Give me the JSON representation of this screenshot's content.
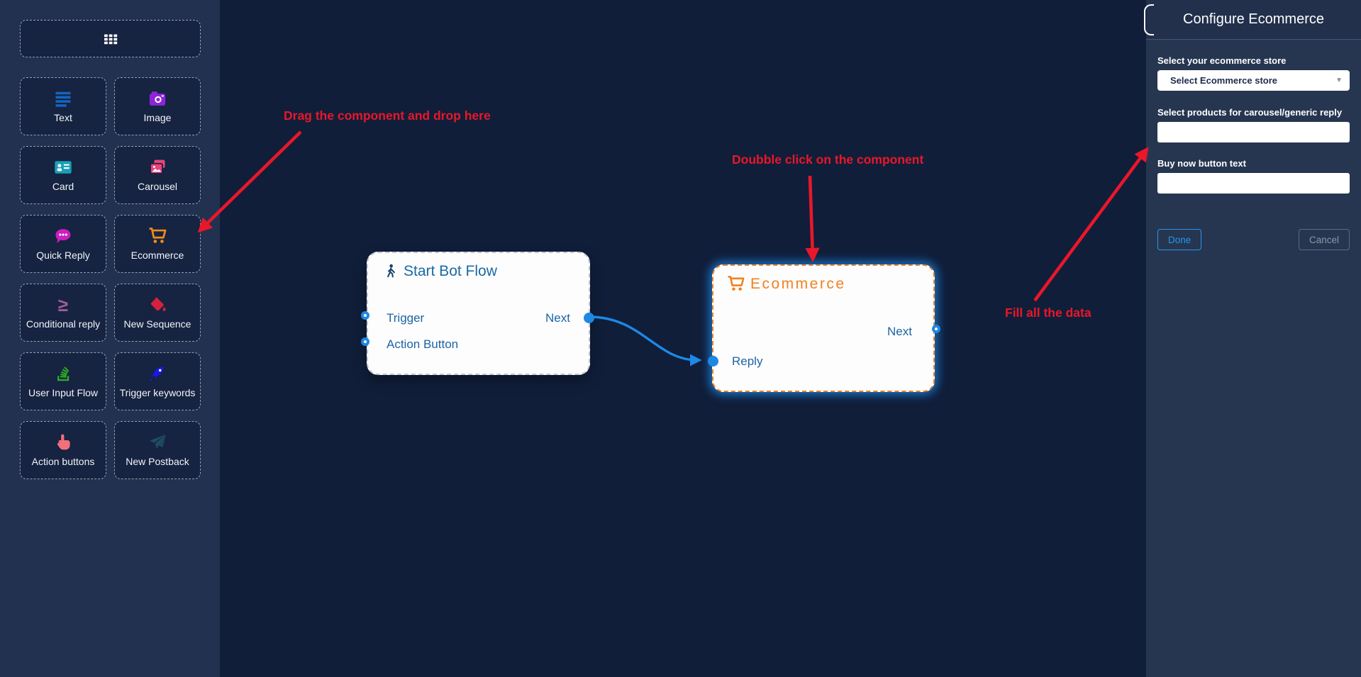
{
  "sidebar": {
    "menu_tile": {
      "icon": "grid-icon"
    },
    "items": [
      {
        "label": "Text",
        "icon": "text-icon",
        "color": "#1565c0"
      },
      {
        "label": "Image",
        "icon": "camera-icon",
        "color": "#8e24d8"
      },
      {
        "label": "Card",
        "icon": "card-icon",
        "color": "#19a0b8"
      },
      {
        "label": "Carousel",
        "icon": "carousel-icon",
        "color": "#e8447c"
      },
      {
        "label": "Quick Reply",
        "icon": "chat-bubble-icon",
        "color": "#cc1fc0"
      },
      {
        "label": "Ecommerce",
        "icon": "cart-icon",
        "color": "#f08c1b"
      },
      {
        "label": "Conditional reply",
        "icon": "greater-equal-icon",
        "color": "#a05c96"
      },
      {
        "label": "New Sequence",
        "icon": "paint-bucket-icon",
        "color": "#d5213f"
      },
      {
        "label": "User Input Flow",
        "icon": "stack-icon",
        "color": "#2eae26"
      },
      {
        "label": "Trigger keywords",
        "icon": "rocket-icon",
        "color": "#1a16f0"
      },
      {
        "label": "Action buttons",
        "icon": "hand-pointer-icon",
        "color": "#f0707b"
      },
      {
        "label": "New Postback",
        "icon": "paper-plane-icon",
        "color": "#1d4e63"
      }
    ]
  },
  "canvas": {
    "annotations": [
      {
        "text": "Drag the component and drop here"
      },
      {
        "text": "Doubble click on the component"
      },
      {
        "text": "Fill all the data"
      }
    ],
    "nodes": {
      "start": {
        "title": "Start Bot Flow",
        "icon": "walking-person-icon",
        "ports": {
          "trigger": "Trigger",
          "action_button": "Action Button",
          "next": "Next"
        }
      },
      "ecommerce": {
        "title": "Ecommerce",
        "icon": "cart-icon",
        "ports": {
          "next": "Next",
          "reply": "Reply"
        }
      }
    }
  },
  "panel": {
    "title": "Configure Ecommerce",
    "store_label": "Select your ecommerce store",
    "store_value": "Select Ecommerce store",
    "products_label": "Select products for carousel/generic reply",
    "products_value": "",
    "buy_label": "Buy now button text",
    "buy_value": "",
    "done_label": "Done",
    "cancel_label": "Cancel"
  },
  "colors": {
    "canvas_bg": "#101e3a",
    "sidebar_bg": "#233150",
    "panel_bg": "#263650",
    "accent_blue": "#1e88e5",
    "accent_orange": "#f08122",
    "annotation_red": "#e91729",
    "node_text_blue": "#1d64a3"
  }
}
